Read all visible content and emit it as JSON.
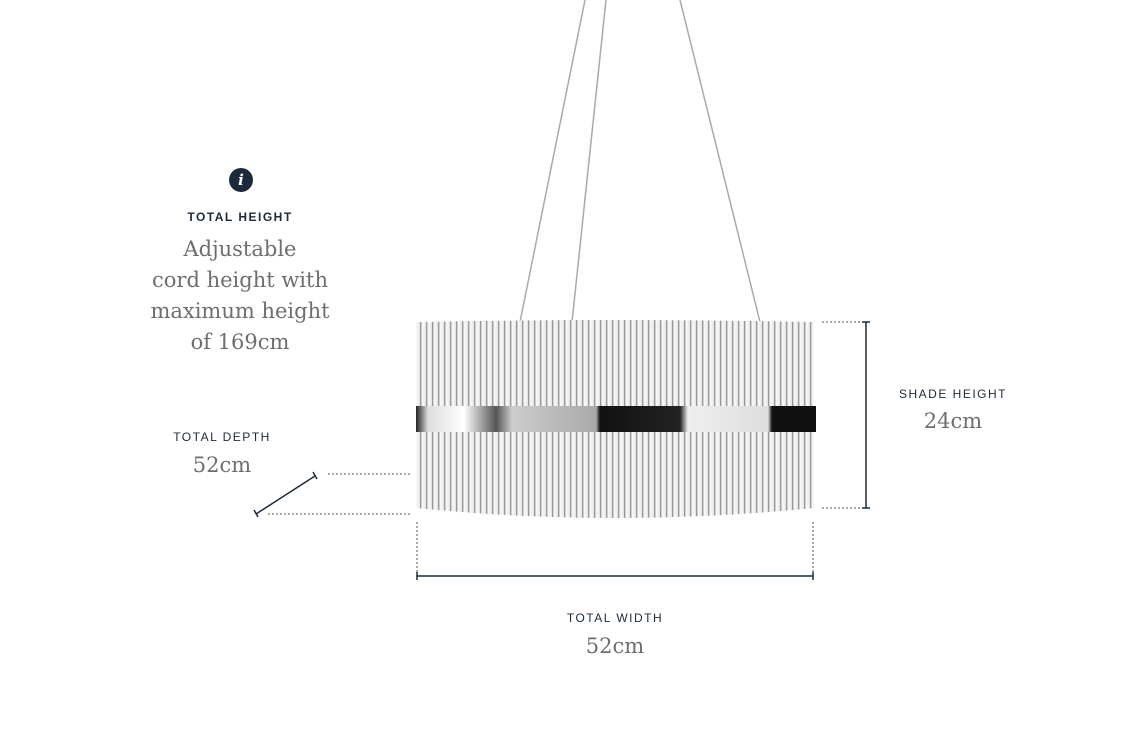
{
  "colors": {
    "label": "#1c2a3a",
    "value": "#6e6e6e",
    "info_bg": "#1c2a3a"
  },
  "info_icon": {
    "glyph": "i"
  },
  "total_height": {
    "label": "TOTAL HEIGHT",
    "lines": [
      "Adjustable",
      "cord height with",
      "maximum height",
      "of 169cm"
    ]
  },
  "total_depth": {
    "label": "TOTAL DEPTH",
    "value": "52cm"
  },
  "shade_height": {
    "label": "SHADE HEIGHT",
    "value": "24cm"
  },
  "total_width": {
    "label": "TOTAL WIDTH",
    "value": "52cm"
  }
}
